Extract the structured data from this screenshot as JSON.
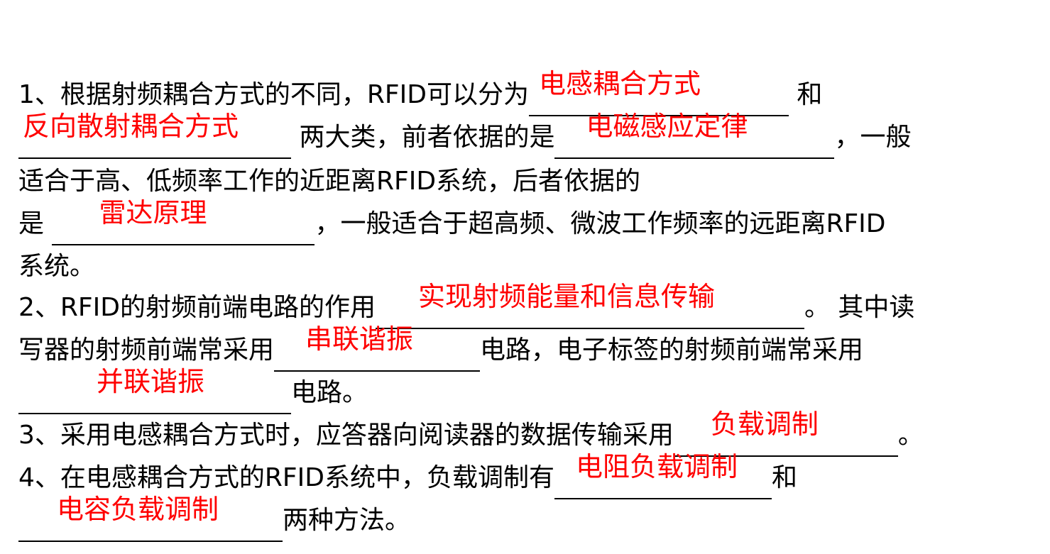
{
  "colors": {
    "text": "#000000",
    "answer": "#ff0000",
    "background": "#ffffff"
  },
  "q1": {
    "part1": "1、根据射频耦合方式的不同，RFID可以分为",
    "answer1": "电感耦合方式",
    "part2": " 和",
    "answer2": "反向散射耦合方式",
    "part3": " 两大类，前者依据的是",
    "answer3": "电磁感应定律",
    "part4": "，一般",
    "part5": "适合于高、低频率工作的近距离RFID系统，后者依据的",
    "part6": "是 ",
    "answer4": "雷达原理",
    "part7": "，一般适合于超高频、微波工作频率的远距离RFID",
    "part8": "系统。"
  },
  "q2": {
    "part1": "2、RFID的射频前端电路的作用",
    "answer1": "实现射频能量和信息传输",
    "part2": "。 其中读",
    "part3": "写器的射频前端常采用",
    "answer2": "串联谐振",
    "part4": "电路，电子标签的射频前端常采用",
    "answer3": "并联谐振",
    "part5": "电路。"
  },
  "q3": {
    "part1": "3、采用电感耦合方式时，应答器向阅读器的数据传输采用",
    "answer1": "负载调制",
    "part2": "。"
  },
  "q4": {
    "part1": "4、在电感耦合方式的RFID系统中，负载调制有",
    "answer1": "电阻负载调制",
    "part2": "和",
    "answer2": "电容负载调制",
    "part3": "两种方法。"
  }
}
